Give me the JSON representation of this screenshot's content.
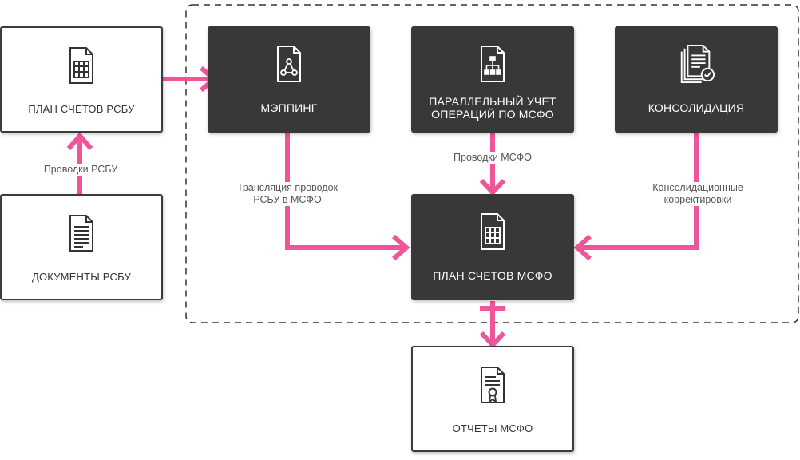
{
  "nodes": {
    "plan_rsbu": "ПЛАН СЧЕТОВ РСБУ",
    "docs_rsbu": "ДОКУМЕНТЫ РСБУ",
    "mapping": "МЭППИНГ",
    "parallel_line1": "ПАРАЛЛЕЛЬНЫЙ УЧЕТ",
    "parallel_line2": "ОПЕРАЦИЙ ПО МСФО",
    "consolidation": "КОНСОЛИДАЦИЯ",
    "plan_msfo": "ПЛАН СЧЕТОВ МСФО",
    "reports_msfo": "ОТЧЕТЫ МСФО"
  },
  "edges": {
    "provodki_rsbu": "Проводки РСБУ",
    "translation_line1": "Трансляция проводок",
    "translation_line2": "РСБУ в МСФО",
    "provodki_msfo": "Проводки МСФО",
    "consolidation_line1": "Консолидационные",
    "consolidation_line2": "корректировки"
  },
  "icons": {
    "plan_rsbu": "spreadsheet-document-icon",
    "docs_rsbu": "text-document-icon",
    "mapping": "network-document-icon",
    "parallel": "hierarchy-document-icon",
    "consolidation": "stacked-documents-check-icon",
    "plan_msfo": "spreadsheet-document-icon",
    "reports_msfo": "certificate-document-icon"
  },
  "colors": {
    "arrow": "#f0559a",
    "dark_box": "#383838",
    "border": "#3c3c3c"
  }
}
